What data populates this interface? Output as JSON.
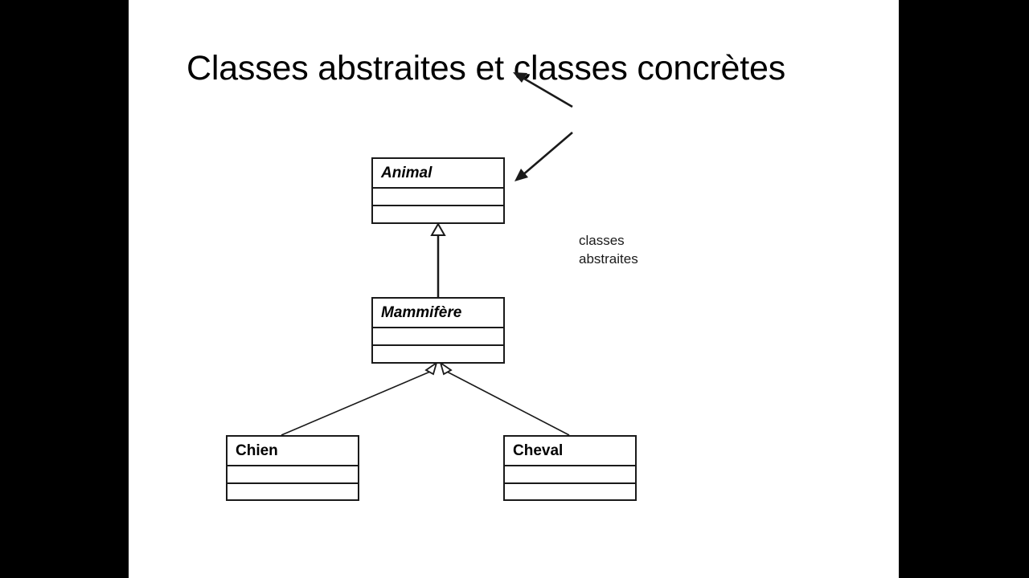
{
  "slide": {
    "title": "Classes abstraites et classes concrètes",
    "background_color": "#ffffff",
    "letterbox_color": "#000000",
    "stroke_color": "#1a1a1a"
  },
  "diagram": {
    "type": "uml-class-diagram",
    "classes": [
      {
        "id": "animal",
        "name": "Animal",
        "stereotype": "abstract",
        "style": "bold-italic",
        "compartments": [
          "name",
          "attributes",
          "operations"
        ],
        "attributes": [],
        "operations": []
      },
      {
        "id": "mammifere",
        "name": "Mammifère",
        "stereotype": "abstract",
        "style": "bold-italic",
        "compartments": [
          "name",
          "attributes",
          "operations"
        ],
        "attributes": [],
        "operations": []
      },
      {
        "id": "chien",
        "name": "Chien",
        "stereotype": "concrete",
        "style": "bold",
        "compartments": [
          "name",
          "attributes",
          "operations"
        ],
        "attributes": [],
        "operations": []
      },
      {
        "id": "cheval",
        "name": "Cheval",
        "stereotype": "concrete",
        "style": "bold",
        "compartments": [
          "name",
          "attributes",
          "operations"
        ],
        "attributes": [],
        "operations": []
      }
    ],
    "relationships": [
      {
        "type": "generalization",
        "from": "mammifere",
        "to": "animal"
      },
      {
        "type": "generalization",
        "from": "chien",
        "to": "mammifere"
      },
      {
        "type": "generalization",
        "from": "cheval",
        "to": "mammifere"
      }
    ]
  },
  "annotation": {
    "line1": "classes",
    "line2": "abstraites",
    "targets": [
      "animal",
      "mammifere"
    ],
    "arrow_count": 2,
    "clipped": true
  }
}
